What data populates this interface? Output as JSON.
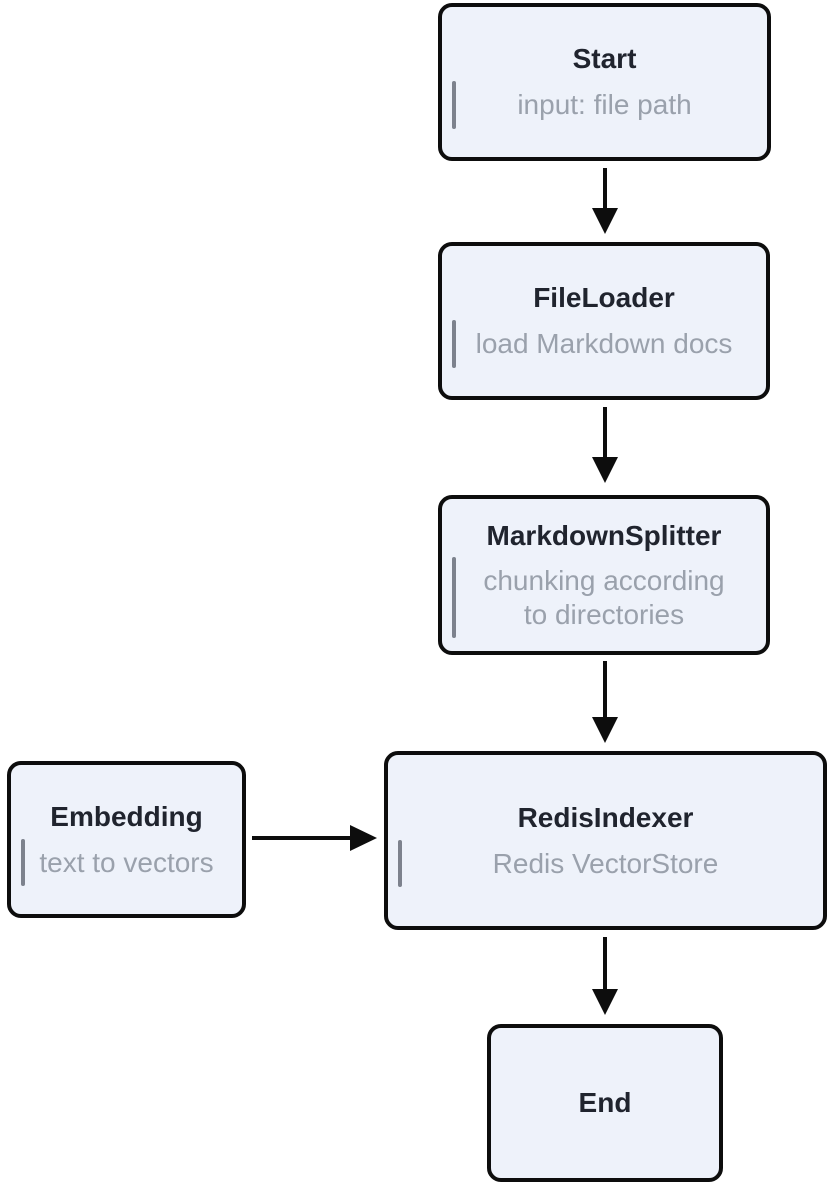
{
  "diagram": {
    "title": "Markdown indexing pipeline flowchart",
    "style": {
      "background": "#ffffff",
      "node_fill": "#eef2fa",
      "node_border": "#0d0d0d",
      "title_color": "#20242e",
      "subtitle_color": "#9aa1ac",
      "quote_bar_color": "#7d828d",
      "arrow_color": "#0d0d0d"
    },
    "nodes": {
      "start": {
        "title": "Start",
        "subtitle": "input: file path"
      },
      "file_loader": {
        "title": "FileLoader",
        "subtitle": "load Markdown docs"
      },
      "markdown_splitter": {
        "title": "MarkdownSplitter",
        "subtitle": "chunking according to directories"
      },
      "embedding": {
        "title": "Embedding",
        "subtitle": "text to vectors"
      },
      "redis_indexer": {
        "title": "RedisIndexer",
        "subtitle": "Redis VectorStore"
      },
      "end": {
        "title": "End"
      }
    },
    "edges": [
      {
        "from": "Start",
        "to": "FileLoader"
      },
      {
        "from": "FileLoader",
        "to": "MarkdownSplitter"
      },
      {
        "from": "MarkdownSplitter",
        "to": "RedisIndexer"
      },
      {
        "from": "Embedding",
        "to": "RedisIndexer"
      },
      {
        "from": "RedisIndexer",
        "to": "End"
      }
    ]
  }
}
